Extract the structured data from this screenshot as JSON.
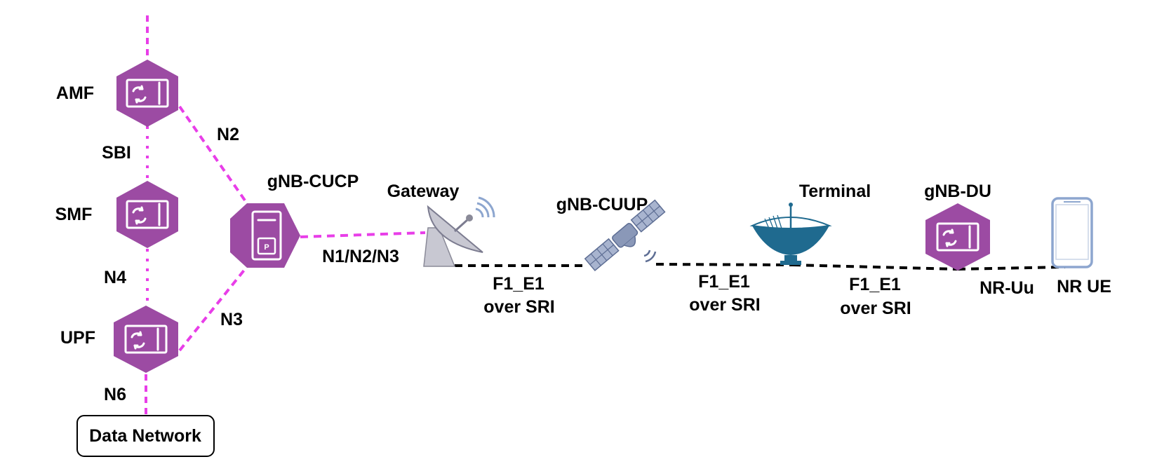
{
  "nodes": {
    "amf": "AMF",
    "smf": "SMF",
    "upf": "UPF",
    "gnb_cucp": "gNB-CUCP",
    "gateway": "Gateway",
    "gnb_cuup": "gNB-CUUP",
    "terminal": "Terminal",
    "gnb_du": "gNB-DU",
    "nr_ue": "NR UE",
    "data_network": "Data Network"
  },
  "links": {
    "sbi": "SBI",
    "n2": "N2",
    "n3": "N3",
    "n4": "N4",
    "n6": "N6",
    "n1n2n3": "N1/N2/N3",
    "f1e1_a_line1": "F1_E1",
    "f1e1_a_line2": "over SRI",
    "f1e1_b_line1": "F1_E1",
    "f1e1_b_line2": "over SRI",
    "f1e1_c_line1": "F1_E1",
    "f1e1_c_line2": "over SRI",
    "nr_uu": "NR-Uu"
  },
  "colors": {
    "nf_hexagon": "#9c4ba3",
    "core_link": "#e83ee8",
    "satellite_link": "#000000",
    "terminal_dish": "#1f6a8f",
    "gateway_dish": "#c8c8d2",
    "satellite": "#8a98b8",
    "phone_outline": "#8da6cf"
  },
  "icons": {
    "amf": "network-function-icon",
    "smf": "network-function-icon",
    "upf": "network-function-icon",
    "gnb_cucp": "server-icon",
    "gnb_du": "network-function-icon",
    "gateway": "satellite-dish-icon",
    "gnb_cuup": "satellite-icon",
    "terminal": "terminal-dish-icon",
    "nr_ue": "smartphone-icon"
  }
}
